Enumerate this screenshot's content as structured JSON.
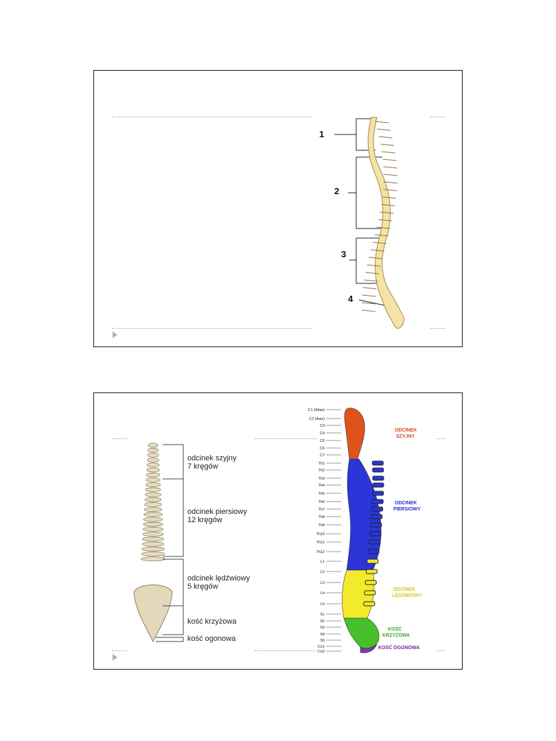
{
  "slide1": {
    "markers": [
      "1",
      "2",
      "3",
      "4"
    ]
  },
  "slide2": {
    "left": {
      "labels": [
        {
          "line1": "odcinek szyjny",
          "line2": "7 kręgów"
        },
        {
          "line1": "odcinek piersiowy",
          "line2": "12 kręgów"
        },
        {
          "line1": "odcinek lędźwiowy",
          "line2": "5 kręgów"
        },
        {
          "line1": "kość krzyżowa",
          "line2": ""
        },
        {
          "line1": "kość ogonowa",
          "line2": ""
        }
      ]
    },
    "right": {
      "vertebrae": [
        "C1 (Atlas)",
        "C2 (Axis)",
        "C3",
        "C4",
        "C5",
        "C6",
        "C7",
        "Th1",
        "Th2",
        "Th3",
        "Th4",
        "Th5",
        "Th6",
        "Th7",
        "Th8",
        "Th9",
        "Th10",
        "Th11",
        "Th12",
        "L1",
        "L2",
        "L3",
        "L4",
        "L5",
        "S1",
        "S2",
        "S3",
        "S4",
        "S5",
        "Co1",
        "Co2"
      ],
      "region_labels": {
        "cervical_1": "ODCINEK",
        "cervical_2": "SZYJNY",
        "thoracic_1": "ODCINEK",
        "thoracic_2": "PIERSIOWY",
        "lumbar_1": "ODCINEK",
        "lumbar_2": "LĘDŹWIOWY",
        "sacrum_1": "KOŚĆ",
        "sacrum_2": "KRZYŻOWA",
        "coccyx": "KOŚĆ OGONOWA"
      },
      "colors": {
        "cervical": "#e0521c",
        "thoracic": "#2b35d8",
        "lumbar": "#f2ea2a",
        "sacrum": "#46c12b",
        "coccyx": "#7a3aa8",
        "cervical_text": "#d8481a",
        "thoracic_text": "#2430c8",
        "lumbar_text": "#d8c21a",
        "sacrum_text": "#2ea82a",
        "coccyx_text": "#6a2a98"
      }
    }
  }
}
